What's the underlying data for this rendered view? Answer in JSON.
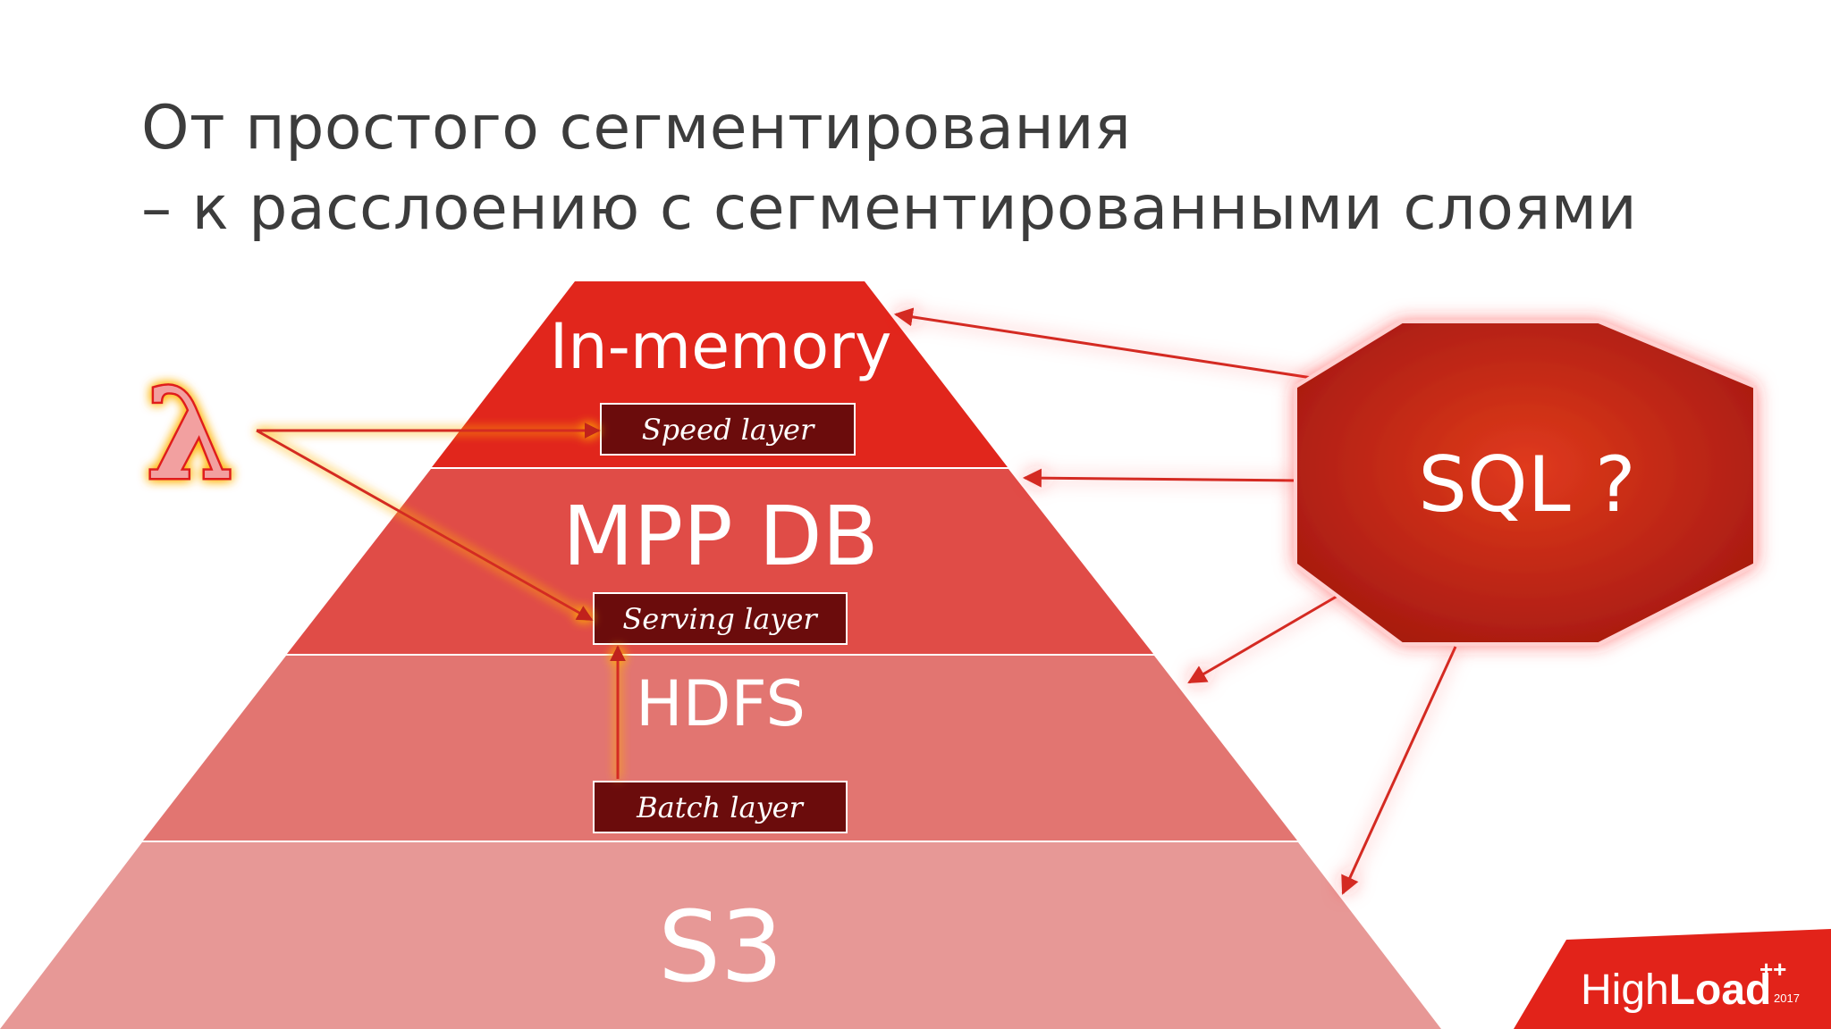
{
  "title": {
    "line1": "От простого сегментирования",
    "line2": "– к расслоению с сегментированными слоями"
  },
  "pyramid": {
    "tiers": [
      {
        "label": "In-memory",
        "color": "#e1261c"
      },
      {
        "label": "MPP DB",
        "color": "#e04c47"
      },
      {
        "label": "HDFS",
        "color": "#e27571"
      },
      {
        "label": "S3",
        "color": "#e79896"
      }
    ]
  },
  "layers": {
    "speed": "Speed layer",
    "serving": "Serving layer",
    "batch": "Batch layer"
  },
  "lambda": {
    "symbol": "λ"
  },
  "sql": {
    "label": "SQL ?"
  },
  "logo": {
    "main": "High",
    "bold": "Load",
    "sup": "++",
    "year": "2017"
  },
  "colors": {
    "layer_box": "#6b0c0c",
    "arrow": "#d42a22",
    "glow": "#ffb300",
    "logo_bg": "#e2231a"
  }
}
